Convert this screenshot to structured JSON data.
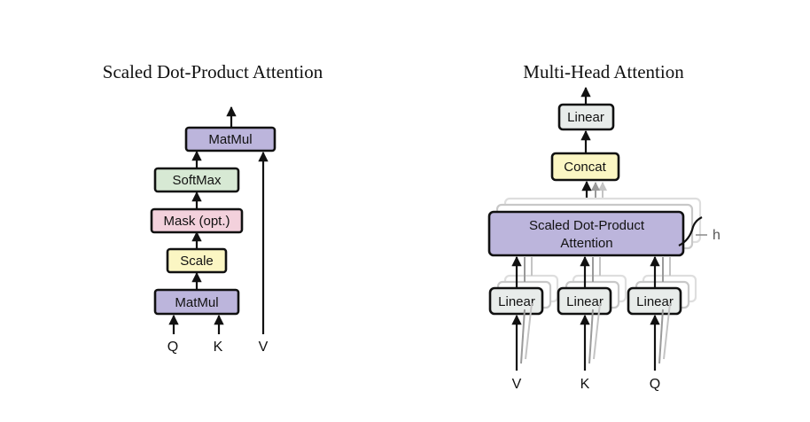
{
  "colors": {
    "matmul": "#bcb5dc",
    "softmax": "#d7e9d4",
    "mask": "#f3d1dc",
    "scale": "#fbf6c3",
    "linear": "#e8ecea",
    "concat": "#fbf6c3",
    "sdpa": "#bcb5dc"
  },
  "sdpa_panel": {
    "title": "Scaled Dot-Product Attention",
    "matmul_top": "MatMul",
    "softmax": "SoftMax",
    "mask": "Mask (opt.)",
    "scale": "Scale",
    "matmul_bottom": "MatMul",
    "inputs": {
      "q": "Q",
      "k": "K",
      "v": "V"
    }
  },
  "mha_panel": {
    "title": "Multi-Head Attention",
    "linear_top": "Linear",
    "concat": "Concat",
    "sdpa_line1": "Scaled Dot-Product",
    "sdpa_line2": "Attention",
    "heads_label": "h",
    "linears": [
      "Linear",
      "Linear",
      "Linear"
    ],
    "inputs": {
      "v": "V",
      "k": "K",
      "q": "Q"
    }
  }
}
